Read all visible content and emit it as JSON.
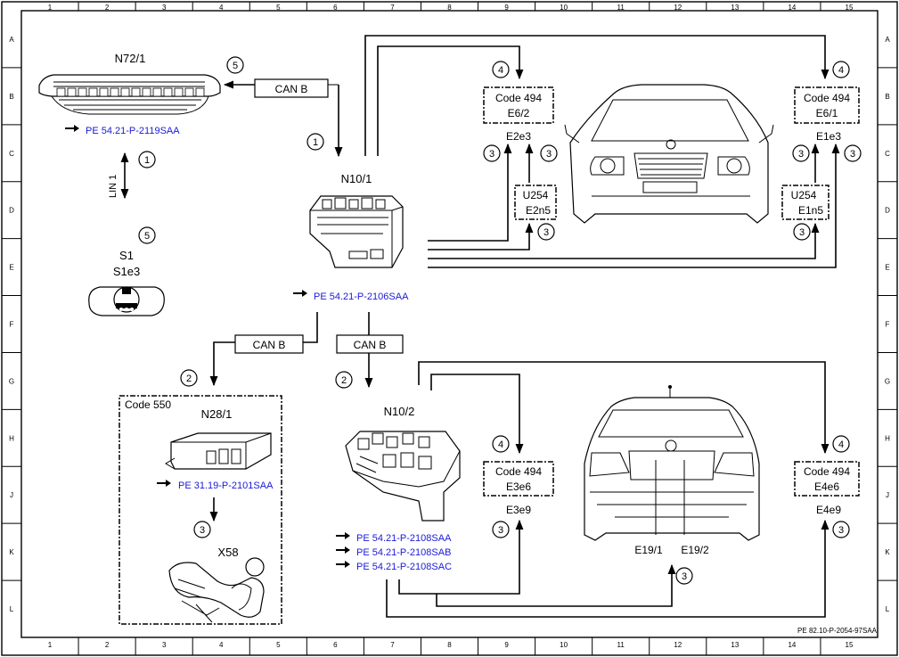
{
  "grid": {
    "columns": [
      "1",
      "2",
      "3",
      "4",
      "5",
      "6",
      "7",
      "8",
      "9",
      "10",
      "11",
      "12",
      "13",
      "14",
      "15"
    ],
    "rows": [
      "A",
      "B",
      "C",
      "D",
      "E",
      "F",
      "G",
      "H",
      "J",
      "K",
      "L"
    ]
  },
  "components": {
    "n72": "N72/1",
    "n10_1": "N10/1",
    "n10_2": "N10/2",
    "s1": "S1",
    "s1e3": "S1e3",
    "n28": "N28/1",
    "x58": "X58",
    "e19_1": "E19/1",
    "e19_2": "E19/2"
  },
  "bus_labels": {
    "can_top": "CAN B",
    "can_left": "CAN B",
    "can_right": "CAN B",
    "lin": "LIN 1"
  },
  "references": {
    "n72": "PE 54.21-P-2119SAA",
    "n10_1": "PE 54.21-P-2106SAA",
    "n28": "PE 31.19-P-2101SAA",
    "n10_2_a": "PE 54.21-P-2108SAA",
    "n10_2_b": "PE 54.21-P-2108SAB",
    "n10_2_c": "PE 54.21-P-2108SAC"
  },
  "code_boxes": {
    "e6_2": {
      "code": "Code 494",
      "id": "E6/2"
    },
    "e6_1": {
      "code": "Code 494",
      "id": "E6/1"
    },
    "e3e6": {
      "code": "Code 494",
      "id": "E3e6"
    },
    "e4e6": {
      "code": "Code 494",
      "id": "E4e6"
    },
    "u254_left": {
      "code": "U254",
      "id": "E2n5"
    },
    "u254_right": {
      "code": "U254",
      "id": "E1n5"
    }
  },
  "lamp_labels": {
    "e2e3": "E2e3",
    "e1e3": "E1e3",
    "e3e9": "E3e9",
    "e4e9": "E4e9"
  },
  "code_550": "Code 550",
  "marker_numbers": {
    "m1": "1",
    "m2": "2",
    "m3": "3",
    "m4": "4",
    "m5": "5"
  },
  "footer_ref": "PE 82.10-P-2054-97SAA"
}
